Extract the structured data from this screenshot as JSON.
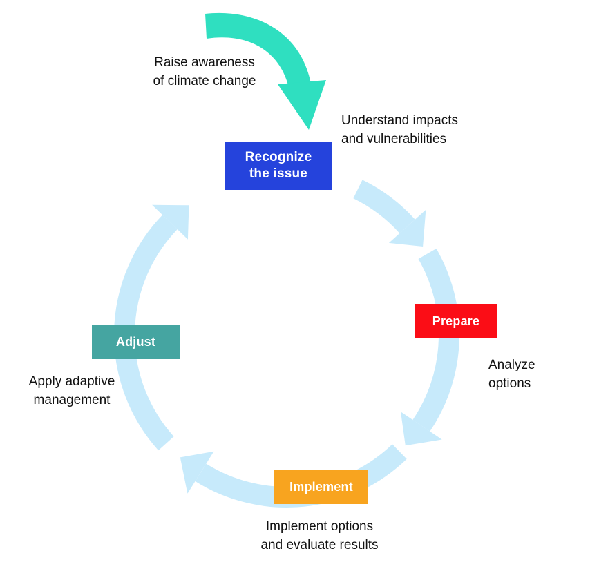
{
  "diagram": {
    "type": "cycle",
    "colors": {
      "arc": "#C7EAFB",
      "entry_arrow": "#2FDFC0",
      "box_text": "#FFFFFF",
      "label_text": "#111111"
    },
    "nodes": [
      {
        "id": "recognize",
        "label": "Recognize\nthe issue",
        "color": "#2543DC"
      },
      {
        "id": "prepare",
        "label": "Prepare",
        "color": "#FB0D16"
      },
      {
        "id": "implement",
        "label": "Implement",
        "color": "#F8A41F"
      },
      {
        "id": "adjust",
        "label": "Adjust",
        "color": "#45A5A1"
      }
    ],
    "annotations": [
      {
        "id": "raise-awareness",
        "text": "Raise awareness\nof climate change"
      },
      {
        "id": "understand",
        "text": "Understand impacts\nand vulnerabilities"
      },
      {
        "id": "analyze",
        "text": "Analyze\noptions"
      },
      {
        "id": "implement-options",
        "text": "Implement options\nand evaluate results"
      },
      {
        "id": "apply-adaptive",
        "text": "Apply adaptive\nmanagement"
      }
    ]
  }
}
